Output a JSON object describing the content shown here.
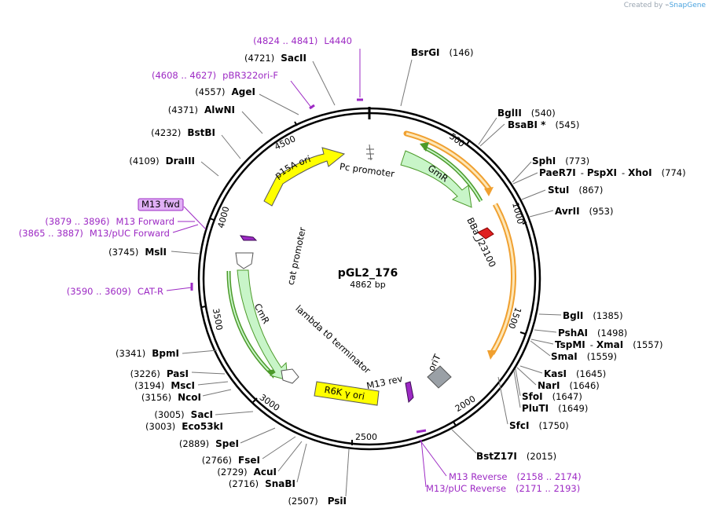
{
  "credit": {
    "prefix": "Created by",
    "brand": "SnapGene"
  },
  "plasmid": {
    "name": "pGL2_176",
    "size": "4862 bp"
  },
  "ticks": [
    {
      "label": "500",
      "pos": 500
    },
    {
      "label": "1000",
      "pos": 1000
    },
    {
      "label": "1500",
      "pos": 1500
    },
    {
      "label": "2000",
      "pos": 2000
    },
    {
      "label": "2500",
      "pos": 2500
    },
    {
      "label": "3000",
      "pos": 3000
    },
    {
      "label": "3500",
      "pos": 3500
    },
    {
      "label": "4000",
      "pos": 4000
    },
    {
      "label": "4500",
      "pos": 4500
    }
  ],
  "enzymes": [
    {
      "name": "BsrGI",
      "pos": "(146)"
    },
    {
      "name": "BglII",
      "pos": "(540)"
    },
    {
      "name": "BsaBI *",
      "pos": "(545)"
    },
    {
      "name": "SphI",
      "pos": "(773)"
    },
    {
      "name": "PaeR7I",
      "sep1": "-",
      "name2": "PspXI",
      "sep2": "-",
      "name3": "XhoI",
      "pos": "(774)"
    },
    {
      "name": "StuI",
      "pos": "(867)"
    },
    {
      "name": "AvrII",
      "pos": "(953)"
    },
    {
      "name": "BglI",
      "pos": "(1385)"
    },
    {
      "name": "PshAI",
      "pos": "(1498)"
    },
    {
      "name": "TspMI",
      "sep1": "-",
      "name2": "XmaI",
      "pos": "(1557)"
    },
    {
      "name": "SmaI",
      "pos": "(1559)"
    },
    {
      "name": "KasI",
      "pos": "(1645)"
    },
    {
      "name": "NarI",
      "pos": "(1646)"
    },
    {
      "name": "SfoI",
      "pos": "(1647)"
    },
    {
      "name": "PluTI",
      "pos": "(1649)"
    },
    {
      "name": "SfcI",
      "pos": "(1750)"
    },
    {
      "name": "BstZ17I",
      "pos": "(2015)"
    },
    {
      "name": "PsiI",
      "pos": "(2507)"
    },
    {
      "name": "SnaBI",
      "pos": "(2716)"
    },
    {
      "name": "AcuI",
      "pos": "(2729)"
    },
    {
      "name": "FseI",
      "pos": "(2766)"
    },
    {
      "name": "SpeI",
      "pos": "(2889)"
    },
    {
      "name": "Eco53kI",
      "pos": "(3003)"
    },
    {
      "name": "SacI",
      "pos": "(3005)"
    },
    {
      "name": "NcoI",
      "pos": "(3156)"
    },
    {
      "name": "MscI",
      "pos": "(3194)"
    },
    {
      "name": "PasI",
      "pos": "(3226)"
    },
    {
      "name": "BpmI",
      "pos": "(3341)"
    },
    {
      "name": "MslI",
      "pos": "(3745)"
    },
    {
      "name": "DraIII",
      "pos": "(4109)"
    },
    {
      "name": "BstBI",
      "pos": "(4232)"
    },
    {
      "name": "AlwNI",
      "pos": "(4371)"
    },
    {
      "name": "AgeI",
      "pos": "(4557)"
    },
    {
      "name": "SacII",
      "pos": "(4721)"
    }
  ],
  "primers": [
    {
      "name": "L4440",
      "range": "(4824 .. 4841)"
    },
    {
      "name": "pBR322ori-F",
      "range": "(4608 .. 4627)"
    },
    {
      "name": "M13 fwd"
    },
    {
      "name": "M13 Forward",
      "range": "(3879 .. 3896)"
    },
    {
      "name": "M13/pUC Forward",
      "range": "(3865 .. 3887)"
    },
    {
      "name": "CAT-R",
      "range": "(3590 .. 3609)"
    },
    {
      "name": "M13 Reverse",
      "range": "(2158 .. 2174)"
    },
    {
      "name": "M13/pUC Reverse",
      "range": "(2171 .. 2193)"
    }
  ],
  "features": {
    "p15a": "p15A ori",
    "pc_promoter": "Pc promoter",
    "gmr": "GmR",
    "bba": "BBa_J23100",
    "cat_promoter": "cat promoter",
    "cmr": "CmR",
    "lambda": "lambda t0 terminator",
    "r6k": "R6K γ ori",
    "m13rev": "M13 rev",
    "orit": "oriT"
  },
  "colors": {
    "backbone": "#000000",
    "primer": "#9d2ac4",
    "orange_feature": "#f0a030",
    "green_feature": "#4c9a2a",
    "yellow_feature": "#ffff00",
    "gene_fill": "#c8f5c8",
    "promoter_red": "#e02020",
    "orit_gray": "#9aa0a6"
  }
}
